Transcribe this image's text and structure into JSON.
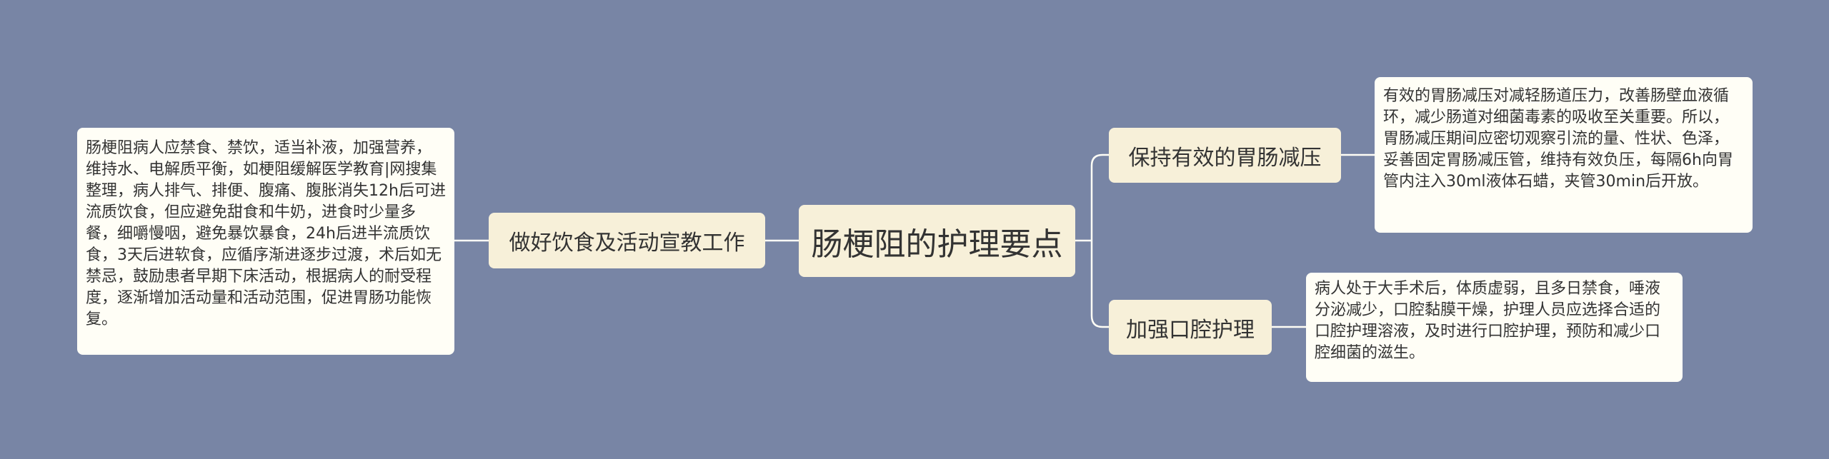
{
  "mindmap": {
    "center": "肠梗阻的护理要点",
    "left_branch": {
      "label": "做好饮食及活动宣教工作",
      "detail": "肠梗阻病人应禁食、禁饮，适当补液，加强营养，维持水、电解质平衡，如梗阻缓解医学教育|网搜集整理，病人排气、排便、腹痛、腹胀消失12h后可进流质饮食，但应避免甜食和牛奶，进食时少量多餐，细嚼慢咽，避免暴饮暴食，24h后进半流质饮食，3天后进软食，应循序渐进逐步过渡，术后如无禁忌，鼓励患者早期下床活动，根据病人的耐受程度，逐渐增加活动量和活动范围，促进胃肠功能恢复。"
    },
    "right_branches": [
      {
        "label": "保持有效的胃肠减压",
        "detail": "有效的胃肠减压对减轻肠道压力，改善肠壁血液循环，减少肠道对细菌毒素的吸收至关重要。所以，胃肠减压期间应密切观察引流的量、性状、色泽，妥善固定胃肠减压管，维持有效负压，每隔6h向胃管内注入30ml液体石蜡，夹管30min后开放。"
      },
      {
        "label": "加强口腔护理",
        "detail": "病人处于大手术后，体质虚弱，且多日禁食，唾液分泌减少，口腔黏膜干燥，护理人员应选择合适的口腔护理溶液，及时进行口腔护理，预防和减少口腔细菌的滋生。"
      }
    ],
    "colors": {
      "background": "#7885a5",
      "branch_fill": "#f7f0d9",
      "leaf_fill": "#fffef6",
      "connector": "#fffef6",
      "text": "#333333"
    }
  }
}
